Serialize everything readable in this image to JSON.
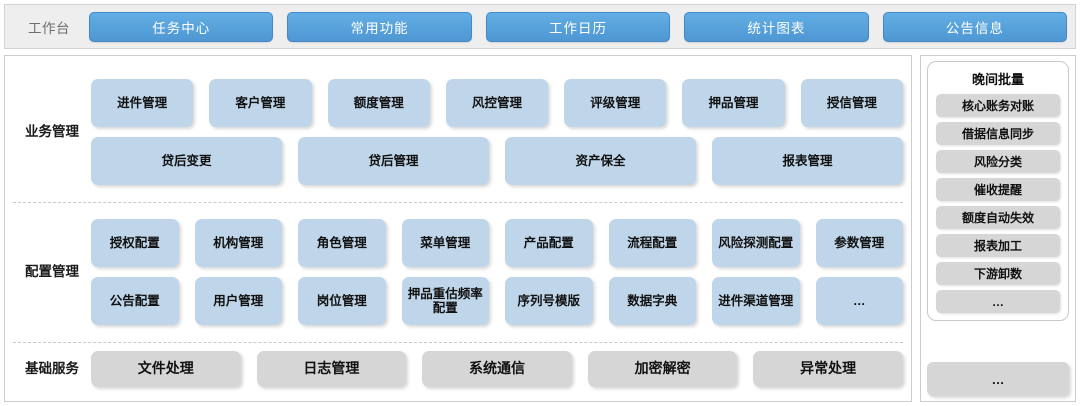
{
  "topbar": {
    "title": "工作台",
    "tabs": [
      {
        "label": "任务中心"
      },
      {
        "label": "常用功能"
      },
      {
        "label": "工作日历"
      },
      {
        "label": "统计图表"
      },
      {
        "label": "公告信息"
      }
    ]
  },
  "sections": [
    {
      "label": "业务管理",
      "rows": [
        {
          "items": [
            {
              "label": "进件管理"
            },
            {
              "label": "客户管理"
            },
            {
              "label": "额度管理"
            },
            {
              "label": "风控管理"
            },
            {
              "label": "评级管理"
            },
            {
              "label": "押品管理"
            },
            {
              "label": "授信管理"
            }
          ]
        },
        {
          "items": [
            {
              "label": "贷后变更"
            },
            {
              "label": "贷后管理"
            },
            {
              "label": "资产保全"
            },
            {
              "label": "报表管理"
            }
          ]
        }
      ]
    },
    {
      "label": "配置管理",
      "rows": [
        {
          "items": [
            {
              "label": "授权配置"
            },
            {
              "label": "机构管理"
            },
            {
              "label": "角色管理"
            },
            {
              "label": "菜单管理"
            },
            {
              "label": "产品配置"
            },
            {
              "label": "流程配置"
            },
            {
              "label": "风险探测配置"
            },
            {
              "label": "参数管理"
            }
          ]
        },
        {
          "items": [
            {
              "label": "公告配置"
            },
            {
              "label": "用户管理"
            },
            {
              "label": "岗位管理"
            },
            {
              "label": "押品重估频率配置"
            },
            {
              "label": "序列号模版"
            },
            {
              "label": "数据字典"
            },
            {
              "label": "进件渠道管理"
            },
            {
              "label": "…"
            }
          ]
        }
      ]
    },
    {
      "label": "基础服务",
      "rows": [
        {
          "items": [
            {
              "label": "文件处理"
            },
            {
              "label": "日志管理"
            },
            {
              "label": "系统通信"
            },
            {
              "label": "加密解密"
            },
            {
              "label": "异常处理"
            }
          ]
        }
      ]
    }
  ],
  "right_panel": {
    "batch": {
      "title": "晚间批量",
      "items": [
        {
          "label": "核心账务对账"
        },
        {
          "label": "借据信息同步"
        },
        {
          "label": "风险分类"
        },
        {
          "label": "催收提醒"
        },
        {
          "label": "额度自动失效"
        },
        {
          "label": "报表加工"
        },
        {
          "label": "下游卸数"
        },
        {
          "label": "…"
        }
      ]
    },
    "more_label": "…"
  },
  "colors": {
    "tab_blue": "#4e97d3",
    "tile_blue": "#bfd6ea",
    "tile_gray": "#d6d6d6",
    "topbar_bg": "#eeeeee"
  }
}
